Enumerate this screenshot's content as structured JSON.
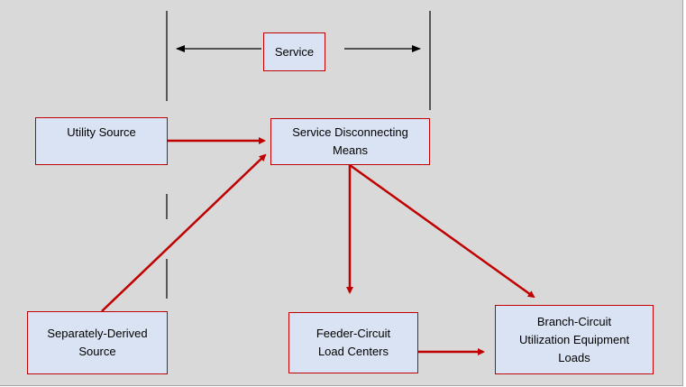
{
  "diagram": {
    "nodes": {
      "service": "Service",
      "utility_source": "Utility Source",
      "service_disconnect": "Service Disconnecting\nMeans",
      "separately_derived": "Separately-Derived\nSource",
      "feeder_circuit": "Feeder-Circuit\nLoad Centers",
      "branch_circuit": "Branch-Circuit\nUtilization Equipment\nLoads"
    },
    "connections": [
      {
        "from": "utility_source",
        "to": "service_disconnect"
      },
      {
        "from": "separately_derived",
        "to": "service_disconnect"
      },
      {
        "from": "service_disconnect",
        "to": "feeder_circuit"
      },
      {
        "from": "service_disconnect",
        "to": "branch_circuit"
      },
      {
        "from": "feeder_circuit",
        "to": "branch_circuit"
      }
    ],
    "colors": {
      "background": "#d9d9d9",
      "box_fill": "#dae3f3",
      "box_border": "#c00000",
      "arrow": "#c00000",
      "boundary_line": "#000000"
    }
  }
}
